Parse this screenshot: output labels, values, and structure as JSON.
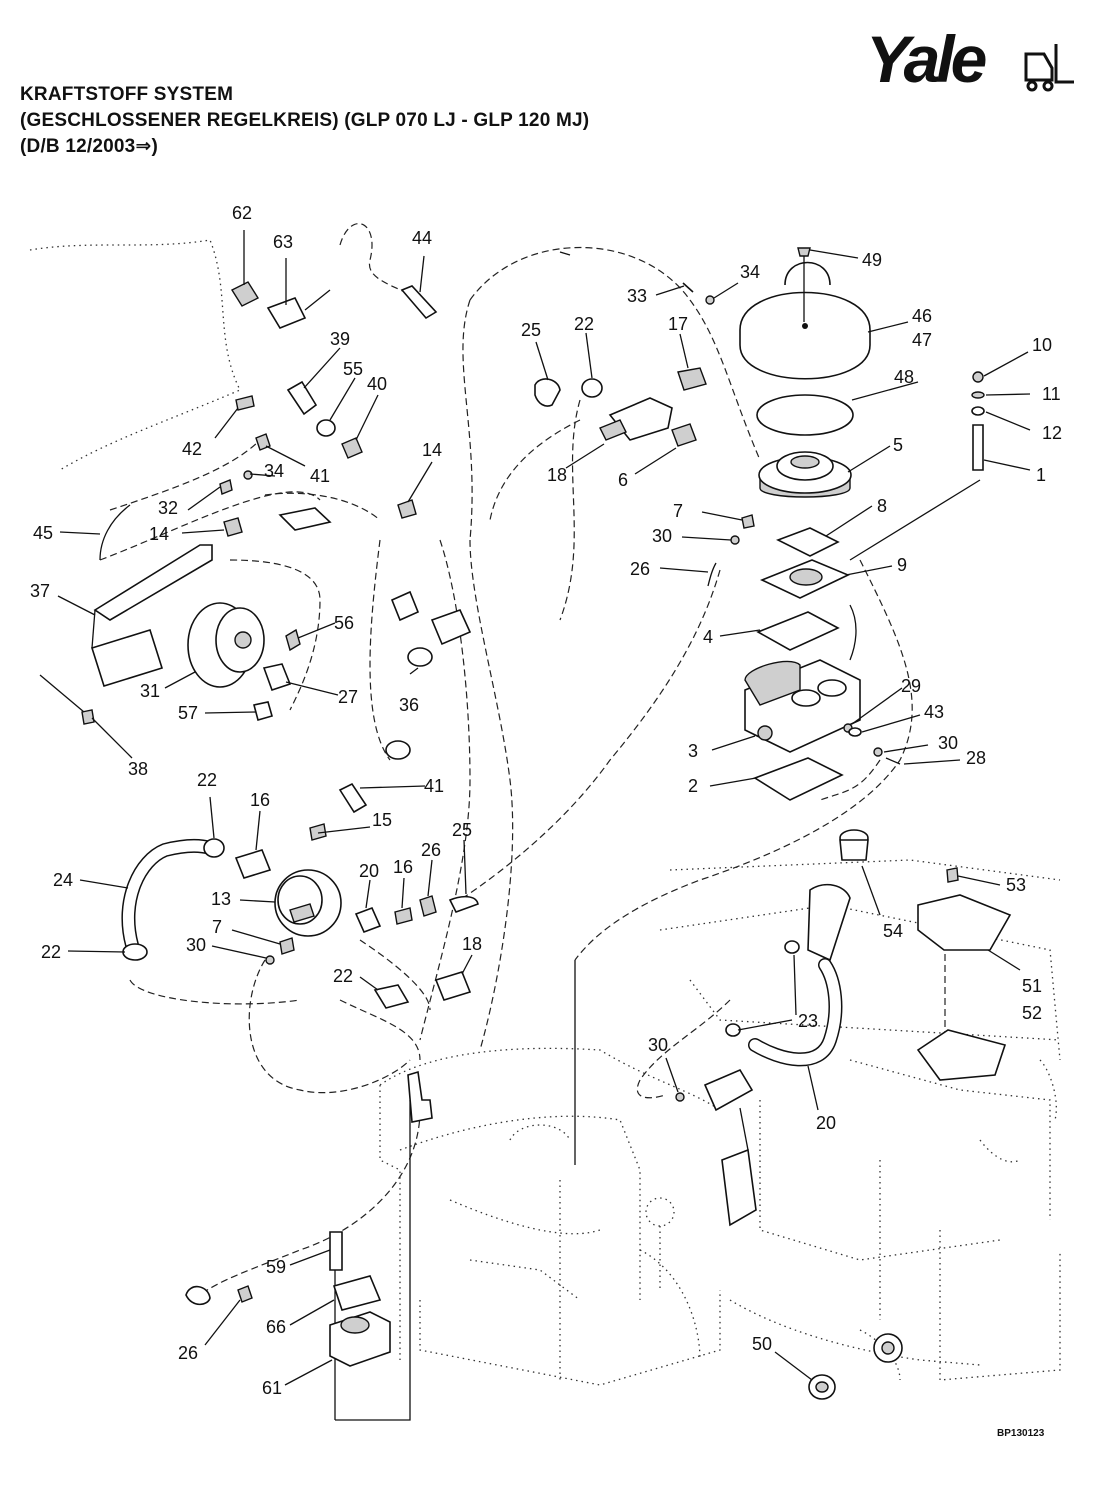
{
  "title": {
    "line1": "KRAFTSTOFF SYSTEM",
    "line2": "(GESCHLOSSENER REGELKREIS) (GLP 070 LJ - GLP 120 MJ)",
    "line3": "(D/B 12/2003⇒)"
  },
  "logo": {
    "text": "Yale",
    "icon": "forklift-icon"
  },
  "doc_code": "BP130123",
  "callouts": {
    "c1": "1",
    "c2": "2",
    "c3": "3",
    "c4": "4",
    "c5": "5",
    "c6": "6",
    "c7a": "7",
    "c7b": "7",
    "c8": "8",
    "c9": "9",
    "c10": "10",
    "c11": "11",
    "c12": "12",
    "c13": "13",
    "c14a": "14",
    "c14b": "14",
    "c15": "15",
    "c16a": "16",
    "c16b": "16",
    "c17": "17",
    "c18a": "18",
    "c18b": "18",
    "c20a": "20",
    "c20b": "20",
    "c22a": "22",
    "c22b": "22",
    "c22c": "22",
    "c22d": "22",
    "c23": "23",
    "c24": "24",
    "c25a": "25",
    "c25b": "25",
    "c26a": "26",
    "c26b": "26",
    "c26c": "26",
    "c27": "27",
    "c28": "28",
    "c29": "29",
    "c30a": "30",
    "c30b": "30",
    "c30c": "30",
    "c30d": "30",
    "c31": "31",
    "c32": "32",
    "c33": "33",
    "c34a": "34",
    "c34b": "34",
    "c36": "36",
    "c37": "37",
    "c38": "38",
    "c39": "39",
    "c40": "40",
    "c41a": "41",
    "c41b": "41",
    "c42": "42",
    "c43": "43",
    "c44": "44",
    "c45": "45",
    "c46": "46",
    "c47": "47",
    "c48": "48",
    "c49": "49",
    "c50": "50",
    "c51": "51",
    "c52": "52",
    "c53": "53",
    "c54": "54",
    "c55": "55",
    "c56": "56",
    "c57": "57",
    "c59": "59",
    "c61": "61",
    "c62": "62",
    "c63": "63",
    "c66": "66"
  }
}
